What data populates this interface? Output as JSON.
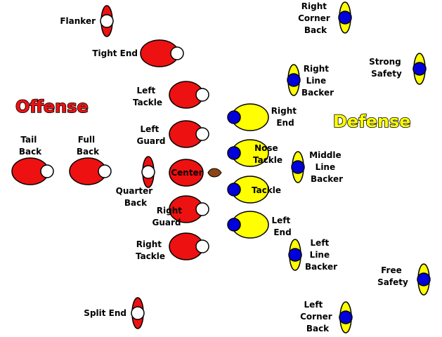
{
  "titles": {
    "offense": "Offense",
    "defense": "Defense"
  },
  "colors": {
    "offense_fill": "#ee1111",
    "defense_fill": "#ffff00",
    "helmet_offense": "#ffffff",
    "helmet_defense": "#0000dd",
    "football": "#8b4513",
    "title_offense": "#ee1111",
    "title_defense": "#ffff00"
  },
  "offense": {
    "flanker": {
      "lines": [
        "Flanker"
      ]
    },
    "tight_end": {
      "lines": [
        "Tight End"
      ]
    },
    "left_tackle": {
      "lines": [
        "Left",
        "Tackle"
      ]
    },
    "left_guard": {
      "lines": [
        "Left",
        "Guard"
      ]
    },
    "center": {
      "lines": [
        "Center"
      ]
    },
    "right_guard": {
      "lines": [
        "Right",
        "Guard"
      ]
    },
    "right_tackle": {
      "lines": [
        "Right",
        "Tackle"
      ]
    },
    "quarter_back": {
      "lines": [
        "Quarter",
        "Back"
      ]
    },
    "tail_back": {
      "lines": [
        "Tail",
        "Back"
      ]
    },
    "full_back": {
      "lines": [
        "Full",
        "Back"
      ]
    },
    "split_end": {
      "lines": [
        "Split End"
      ]
    }
  },
  "defense": {
    "right_corner_back": {
      "lines": [
        "Right",
        "Corner",
        "Back"
      ]
    },
    "strong_safety": {
      "lines": [
        "Strong",
        "Safety"
      ]
    },
    "right_line_backer": {
      "lines": [
        "Right",
        "Line",
        "Backer"
      ]
    },
    "right_end": {
      "lines": [
        "Right",
        "End"
      ]
    },
    "nose_tackle": {
      "lines": [
        "Nose",
        "Tackle"
      ]
    },
    "middle_line_backer": {
      "lines": [
        "Middle",
        "Line",
        "Backer"
      ]
    },
    "tackle": {
      "lines": [
        "Tackle"
      ]
    },
    "left_end": {
      "lines": [
        "Left",
        "End"
      ]
    },
    "left_line_backer": {
      "lines": [
        "Left",
        "Line",
        "Backer"
      ]
    },
    "free_safety": {
      "lines": [
        "Free",
        "Safety"
      ]
    },
    "left_corner_back": {
      "lines": [
        "Left",
        "Corner",
        "Back"
      ]
    }
  }
}
